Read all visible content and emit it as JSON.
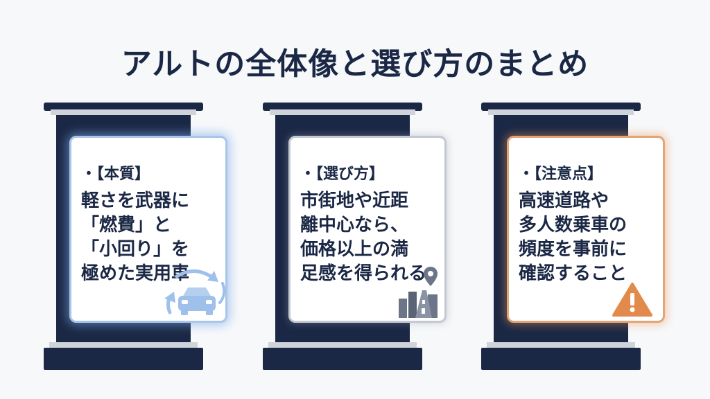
{
  "title": "アルトの全体像と選び方のまとめ",
  "cards": [
    {
      "heading": "・【本質】",
      "lines": [
        "軽さを武器に",
        "「燃費」と",
        "「小回り」を",
        "極めた実用車"
      ],
      "icon": "car-with-arrows-icon",
      "accent": "#a9c6ea"
    },
    {
      "heading": "・【選び方】",
      "lines": [
        "市街地や近距",
        "離中心なら、",
        "価格以上の満",
        "足感を得られる"
      ],
      "icon": "city-road-pin-icon",
      "accent": "#c4c8d0"
    },
    {
      "heading": "・【注意点】",
      "lines": [
        "高速道路や",
        "多人数乗車の",
        "頻度を事前に",
        "確認すること"
      ],
      "icon": "warning-icon",
      "accent": "#e3a574"
    }
  ]
}
